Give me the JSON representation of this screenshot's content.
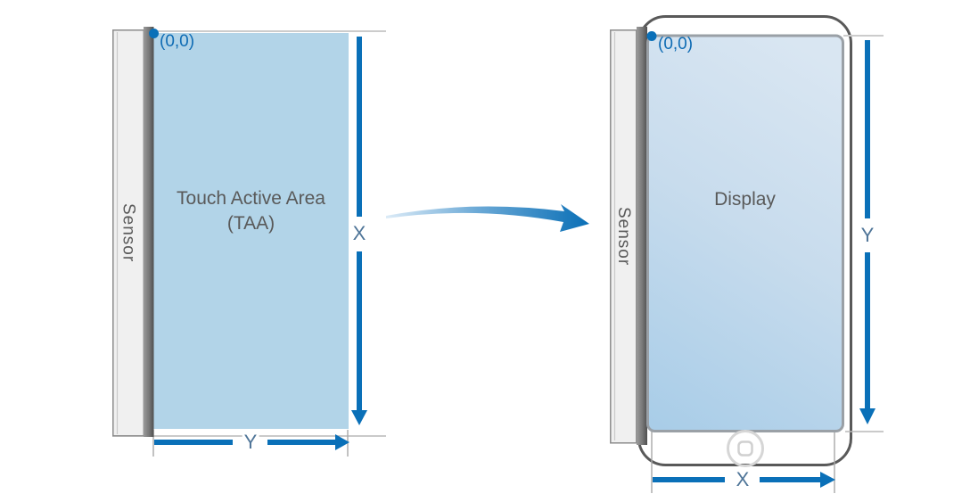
{
  "colors": {
    "accent": "#0a70b8",
    "axis_label": "#4f7598",
    "text_gray": "#595959",
    "origin_blue": "#0f6cb4"
  },
  "left_panel": {
    "sensor_label": "Sensor",
    "origin_label": "(0,0)",
    "area_label_line1": "Touch Active Area",
    "area_label_line2": "(TAA)",
    "vertical_axis_label": "X",
    "horizontal_axis_label": "Y"
  },
  "right_panel": {
    "sensor_label": "Sensor",
    "origin_label": "(0,0)",
    "area_label": "Display",
    "vertical_axis_label": "Y",
    "horizontal_axis_label": "X"
  }
}
